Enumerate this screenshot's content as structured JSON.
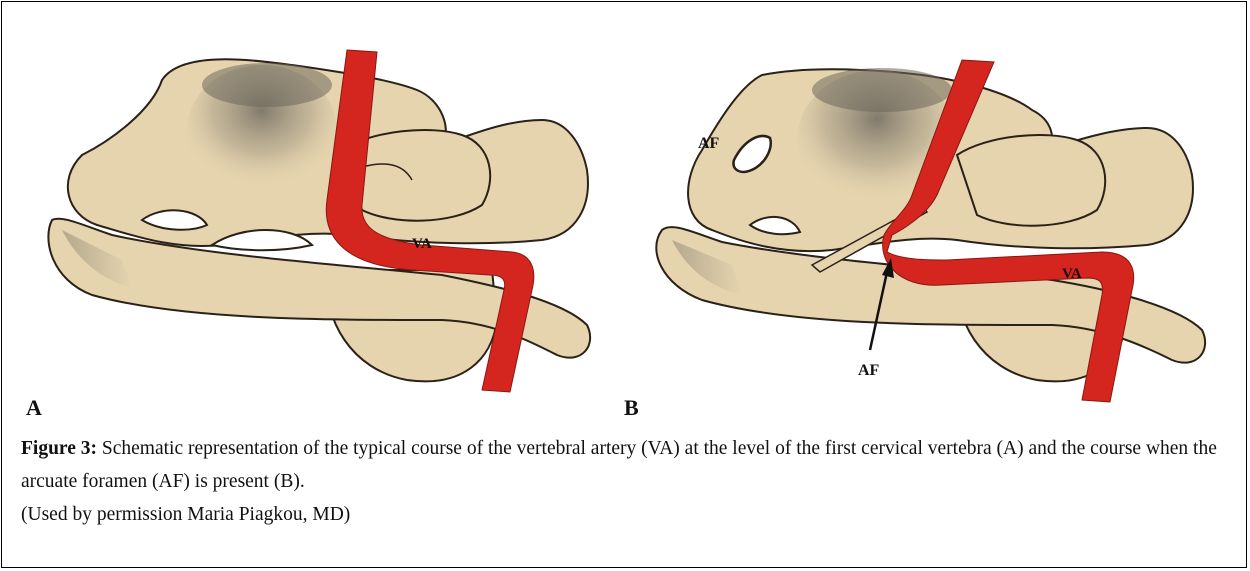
{
  "figure": {
    "panel_a": {
      "letter": "A",
      "vessel_label": "VA"
    },
    "panel_b": {
      "letter": "B",
      "vessel_label": "VA",
      "foramen_label_top": "AF",
      "foramen_label_arrow": "AF"
    }
  },
  "caption": {
    "figure_label": "Figure 3:",
    "text": " Schematic representation of the typical course of the vertebral artery (VA) at the level of the first cervical vertebra (A) and the course when the arcuate foramen (AF) is present (B).",
    "credit": "(Used by permission Maria Piagkou, MD)"
  },
  "colors": {
    "bone": "#e6d4ae",
    "bone_outline": "#2a2118",
    "artery": "#d4261f",
    "shading": "#8b8574"
  }
}
